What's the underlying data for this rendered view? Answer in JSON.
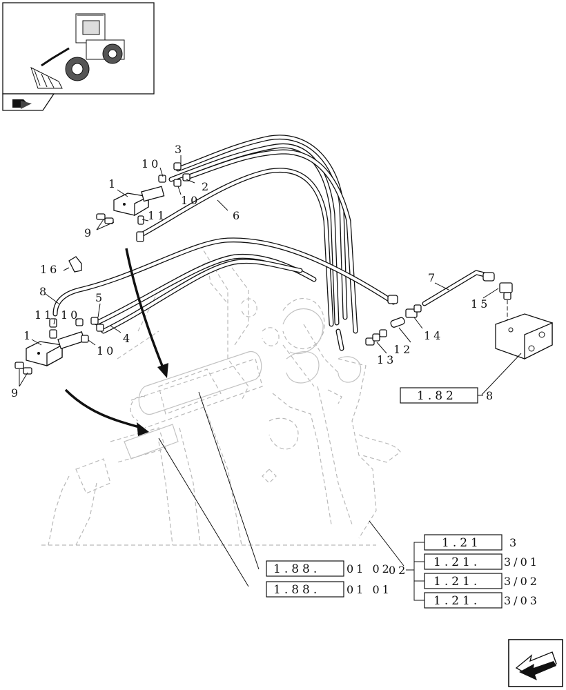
{
  "labels": {
    "l1a": "1",
    "l1b": "1",
    "l2": "2",
    "l3": "3",
    "l4": "4",
    "l5": "5",
    "l6": "6",
    "l7": "7",
    "l8": "8",
    "l9a": "9",
    "l9b": "9",
    "l10a": "10",
    "l10b": "10",
    "l10c": "10",
    "l10d": "10",
    "l11a": "11",
    "l11b": "11",
    "l12": "12",
    "l13": "13",
    "l14": "14",
    "l15": "15",
    "l16": "16",
    "l8b": "8",
    "l02": "02"
  },
  "refs": {
    "r182": "1.82",
    "r18801a": "1.88.",
    "r18801a_suffix": "01 02",
    "r18801b": "1.88.",
    "r18801b_suffix": "01 01",
    "r1213": "1.21",
    "r1213_suffix": "3",
    "r12131": "1.21.",
    "r12131_suffix": "3/01",
    "r12132": "1.21.",
    "r12132_suffix": "3/02",
    "r12133": "1.21.",
    "r12133_suffix": "3/03"
  },
  "icons": {
    "thumbnail": "wheel-loader-thumbnail",
    "nav_small": "book-arrow-icon",
    "nav_large": "next-page-arrow-icon"
  }
}
